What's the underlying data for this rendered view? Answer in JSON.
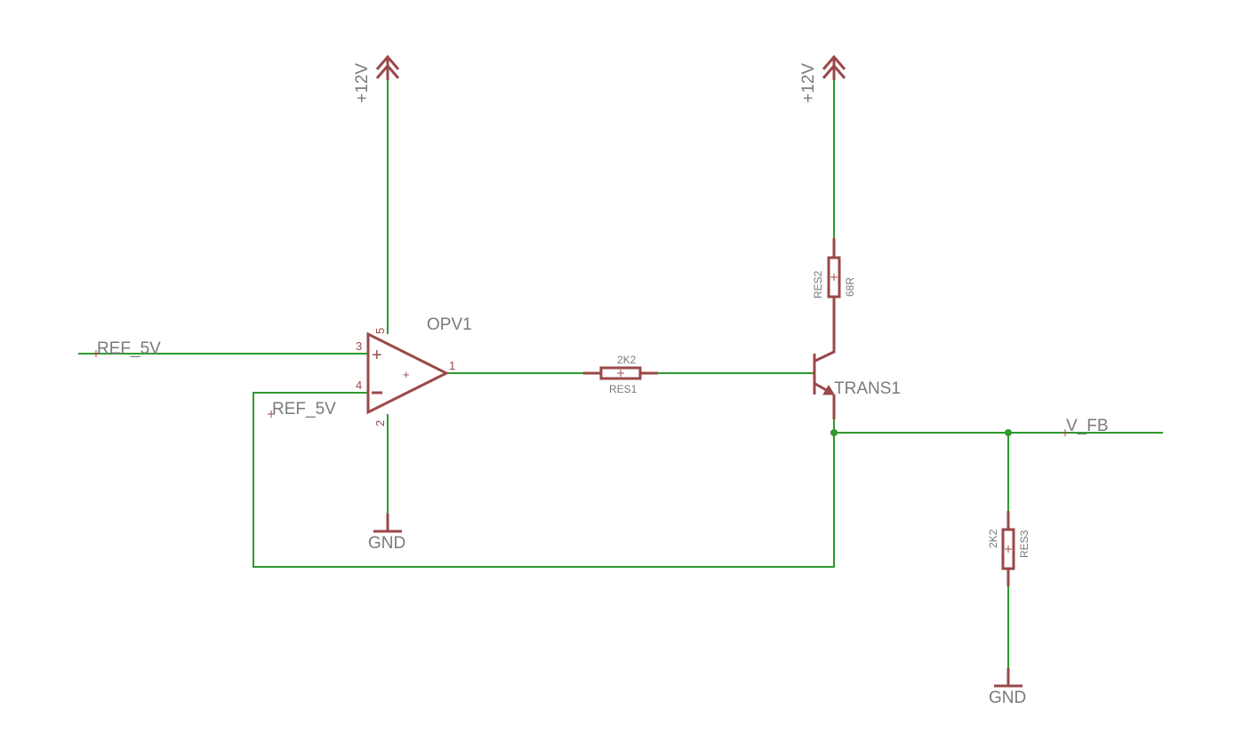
{
  "nets": {
    "ref_in": "REF_5V",
    "ref_fb": "REF_5V",
    "v_fb": "V_FB"
  },
  "supplies": {
    "opamp_vcc": "+12V",
    "trans_vcc": "+12V",
    "opamp_gnd": "GND",
    "res3_gnd": "GND"
  },
  "opamp": {
    "name": "OPV1",
    "pin_noninv": "3",
    "pin_inv": "4",
    "pin_vcc": "5",
    "pin_gnd": "2",
    "pin_out": "1",
    "sign_plus": "+",
    "sign_minus": "−"
  },
  "res1": {
    "name": "RES1",
    "value": "2K2"
  },
  "res2": {
    "name": "RES2",
    "value": "68R"
  },
  "res3": {
    "name": "RES3",
    "value": "2K2"
  },
  "transistor": {
    "name": "TRANS1"
  },
  "colors": {
    "wire": "#2e9a2e",
    "symbol": "#9b4848",
    "label": "#7a7a7a",
    "background": "#ffffff"
  }
}
